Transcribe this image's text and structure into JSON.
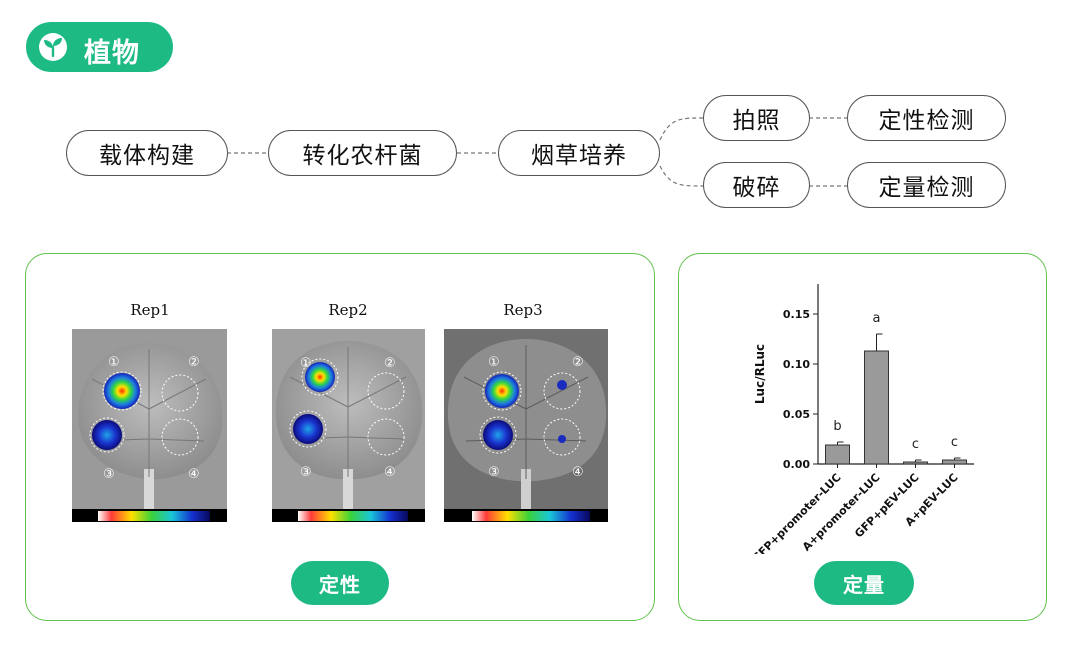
{
  "header": {
    "badge_label": "植物",
    "badge_icon": "sprout-icon"
  },
  "flow": {
    "nodes": [
      "载体构建",
      "转化农杆菌",
      "烟草培养",
      "拍照",
      "定性检测",
      "破碎",
      "定量检测"
    ]
  },
  "qualitative": {
    "reps": [
      "Rep1",
      "Rep2",
      "Rep3"
    ],
    "spot_labels": [
      "①",
      "②",
      "③",
      "④"
    ],
    "button_label": "定性"
  },
  "quantitative": {
    "button_label": "定量"
  },
  "colors": {
    "accent": "#1dba84",
    "panel_border": "#62c14d",
    "bar": "#9a9a9a"
  },
  "chart_data": {
    "type": "bar",
    "categories": [
      "GFP+promoter-LUC",
      "A+promoter-LUC",
      "GFP+pEV-LUC",
      "A+pEV-LUC"
    ],
    "values": [
      0.019,
      0.113,
      0.002,
      0.004
    ],
    "errors": [
      0.003,
      0.017,
      0.002,
      0.002
    ],
    "significance": [
      "b",
      "a",
      "c",
      "c"
    ],
    "ylabel": "Luc/RLuc",
    "xlabel": "",
    "yticks": [
      "0.00",
      "0.05",
      "0.10",
      "0.15"
    ],
    "ylim": [
      0,
      0.18
    ],
    "grid": false
  }
}
